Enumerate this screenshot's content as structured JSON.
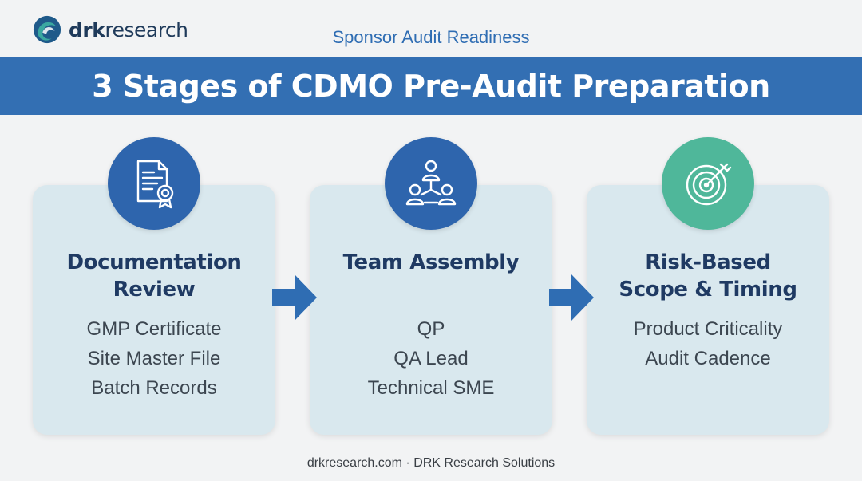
{
  "logo": {
    "bold": "drk",
    "rest": "research"
  },
  "subtitle": "Sponsor Audit Readiness",
  "title": "3 Stages of CDMO Pre-Audit Preparation",
  "stages": [
    {
      "title_lines": [
        "Documentation",
        "Review"
      ],
      "items": [
        "GMP Certificate",
        "Site Master File",
        "Batch Records"
      ],
      "icon": "document-certificate-icon",
      "icon_color": "#2e65ad"
    },
    {
      "title_lines": [
        "Team Assembly"
      ],
      "items": [
        "QP",
        "QA Lead",
        "Technical SME"
      ],
      "icon": "team-network-icon",
      "icon_color": "#2e65ad"
    },
    {
      "title_lines": [
        "Risk-Based",
        "Scope & Timing"
      ],
      "items": [
        "Product Criticality",
        "Audit Cadence"
      ],
      "icon": "target-arrow-icon",
      "icon_color": "#4fb79a"
    }
  ],
  "colors": {
    "banner": "#336fb3",
    "card": "#d9e8ee",
    "arrow": "#2f6db3",
    "accent_teal": "#4fb79a"
  },
  "footer": "drkresearch.com · DRK Research Solutions"
}
